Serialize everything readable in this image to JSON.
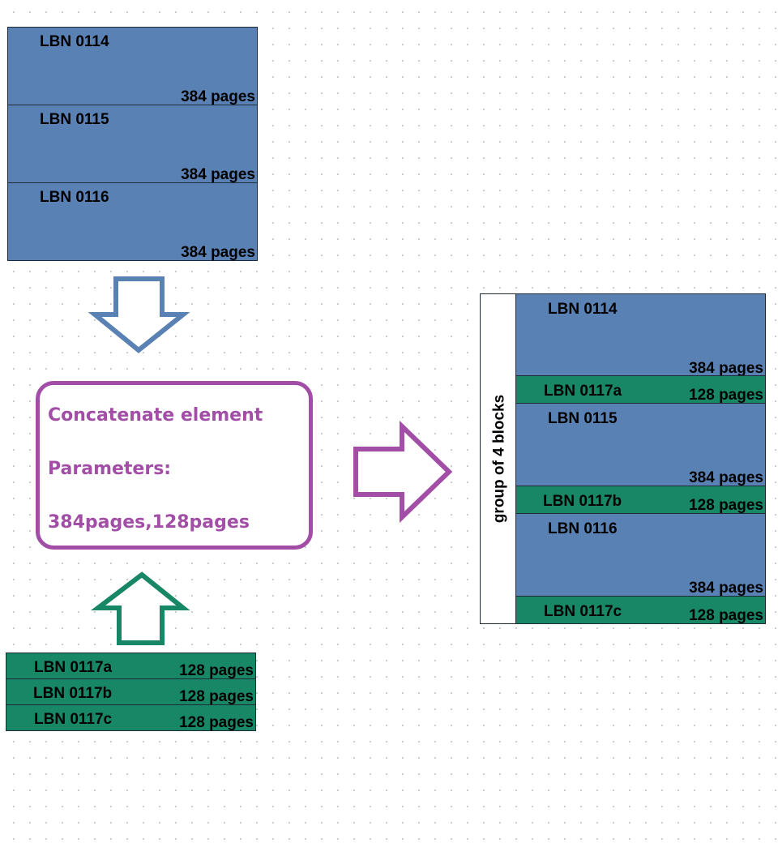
{
  "source_blocks": [
    {
      "lbn": "LBN 0114",
      "pages": "384 pages"
    },
    {
      "lbn": "LBN 0115",
      "pages": "384 pages"
    },
    {
      "lbn": "LBN 0116",
      "pages": "384 pages"
    }
  ],
  "small_blocks": [
    {
      "lbn": "LBN 0117a",
      "pages": "128 pages"
    },
    {
      "lbn": "LBN 0117b",
      "pages": "128 pages"
    },
    {
      "lbn": "LBN 0117c",
      "pages": "128 pages"
    }
  ],
  "concat_box": {
    "title": "Concatenate element",
    "params_label": "Parameters:",
    "params_value": "384pages,128pages"
  },
  "result": {
    "group_label": "group of 4 blocks",
    "blocks": [
      {
        "lbn": "LBN 0114",
        "pages": "384 pages"
      },
      {
        "lbn": "LBN 0117a",
        "pages": "128 pages"
      },
      {
        "lbn": "LBN 0115",
        "pages": "384 pages"
      },
      {
        "lbn": "LBN 0117b",
        "pages": "128 pages"
      },
      {
        "lbn": "LBN 0116",
        "pages": "384 pages"
      },
      {
        "lbn": "LBN 0117c",
        "pages": "128 pages"
      }
    ]
  },
  "colors": {
    "large_block": "#5a81b3",
    "small_block": "#188766",
    "concat_accent": "#a24ea7",
    "down_arrow": "#5a81b3",
    "up_arrow": "#188766",
    "right_arrow": "#a24ea7"
  }
}
